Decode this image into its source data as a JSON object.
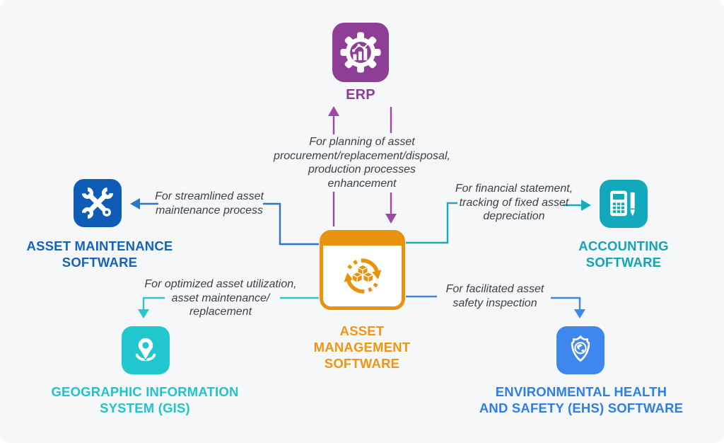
{
  "colors": {
    "bg": "#f6f7f8",
    "purple": "#8e3e96",
    "purpleText": "#8e3e96",
    "purpleLine": "#9a4aa3",
    "blueDark": "#0f5cb7",
    "blueDarkText": "#1263c0",
    "blueDarkLine": "#2e75c8",
    "teal": "#12a9bc",
    "tealText": "#14a3b6",
    "tealLine": "#17acbe",
    "tealBright": "#21c7ce",
    "tealBrightText": "#1fc4ca",
    "tealBrightLine": "#25c8ce",
    "blue": "#3d87ee",
    "blueText": "#2e7ee9",
    "blueLine": "#3e87ec",
    "orange": "#e8920e",
    "orangeText": "#f09511",
    "annotationText": "#3d4145"
  },
  "nodes": {
    "erp": {
      "label": "ERP"
    },
    "asset_management": {
      "label": "ASSET MANAGEMENT\nSOFTWARE"
    },
    "asset_maintenance": {
      "label": "ASSET MAINTENANCE\nSOFTWARE"
    },
    "accounting": {
      "label": "ACCOUNTING\nSOFTWARE"
    },
    "gis": {
      "label": "GEOGRAPHIC INFORMATION\nSYSTEM (GIS)"
    },
    "ehs": {
      "label": "ENVIRONMENTAL HEALTH\nAND SAFETY (EHS) SOFTWARE"
    }
  },
  "annotations": {
    "erp": {
      "text": "For planning of asset\nprocurement/replacement/disposal,\nproduction processes\nenhancement"
    },
    "maintenance": {
      "text": "For streamlined asset\nmaintenance process"
    },
    "accounting": {
      "text": "For financial statement,\ntracking of fixed asset\ndepreciation"
    },
    "gis": {
      "text": "For optimized asset utilization,\nasset maintenance/\nreplacement"
    },
    "ehs": {
      "text": "For facilitated asset\nsafety inspection"
    }
  },
  "icons": {
    "erp": "gear-chart-icon",
    "asset_management": "cubes-recycle-icon",
    "asset_maintenance": "crossed-wrenches-icon",
    "accounting": "calculator-pencil-icon",
    "gis": "map-pin-icon",
    "ehs": "shield-globe-icon"
  }
}
